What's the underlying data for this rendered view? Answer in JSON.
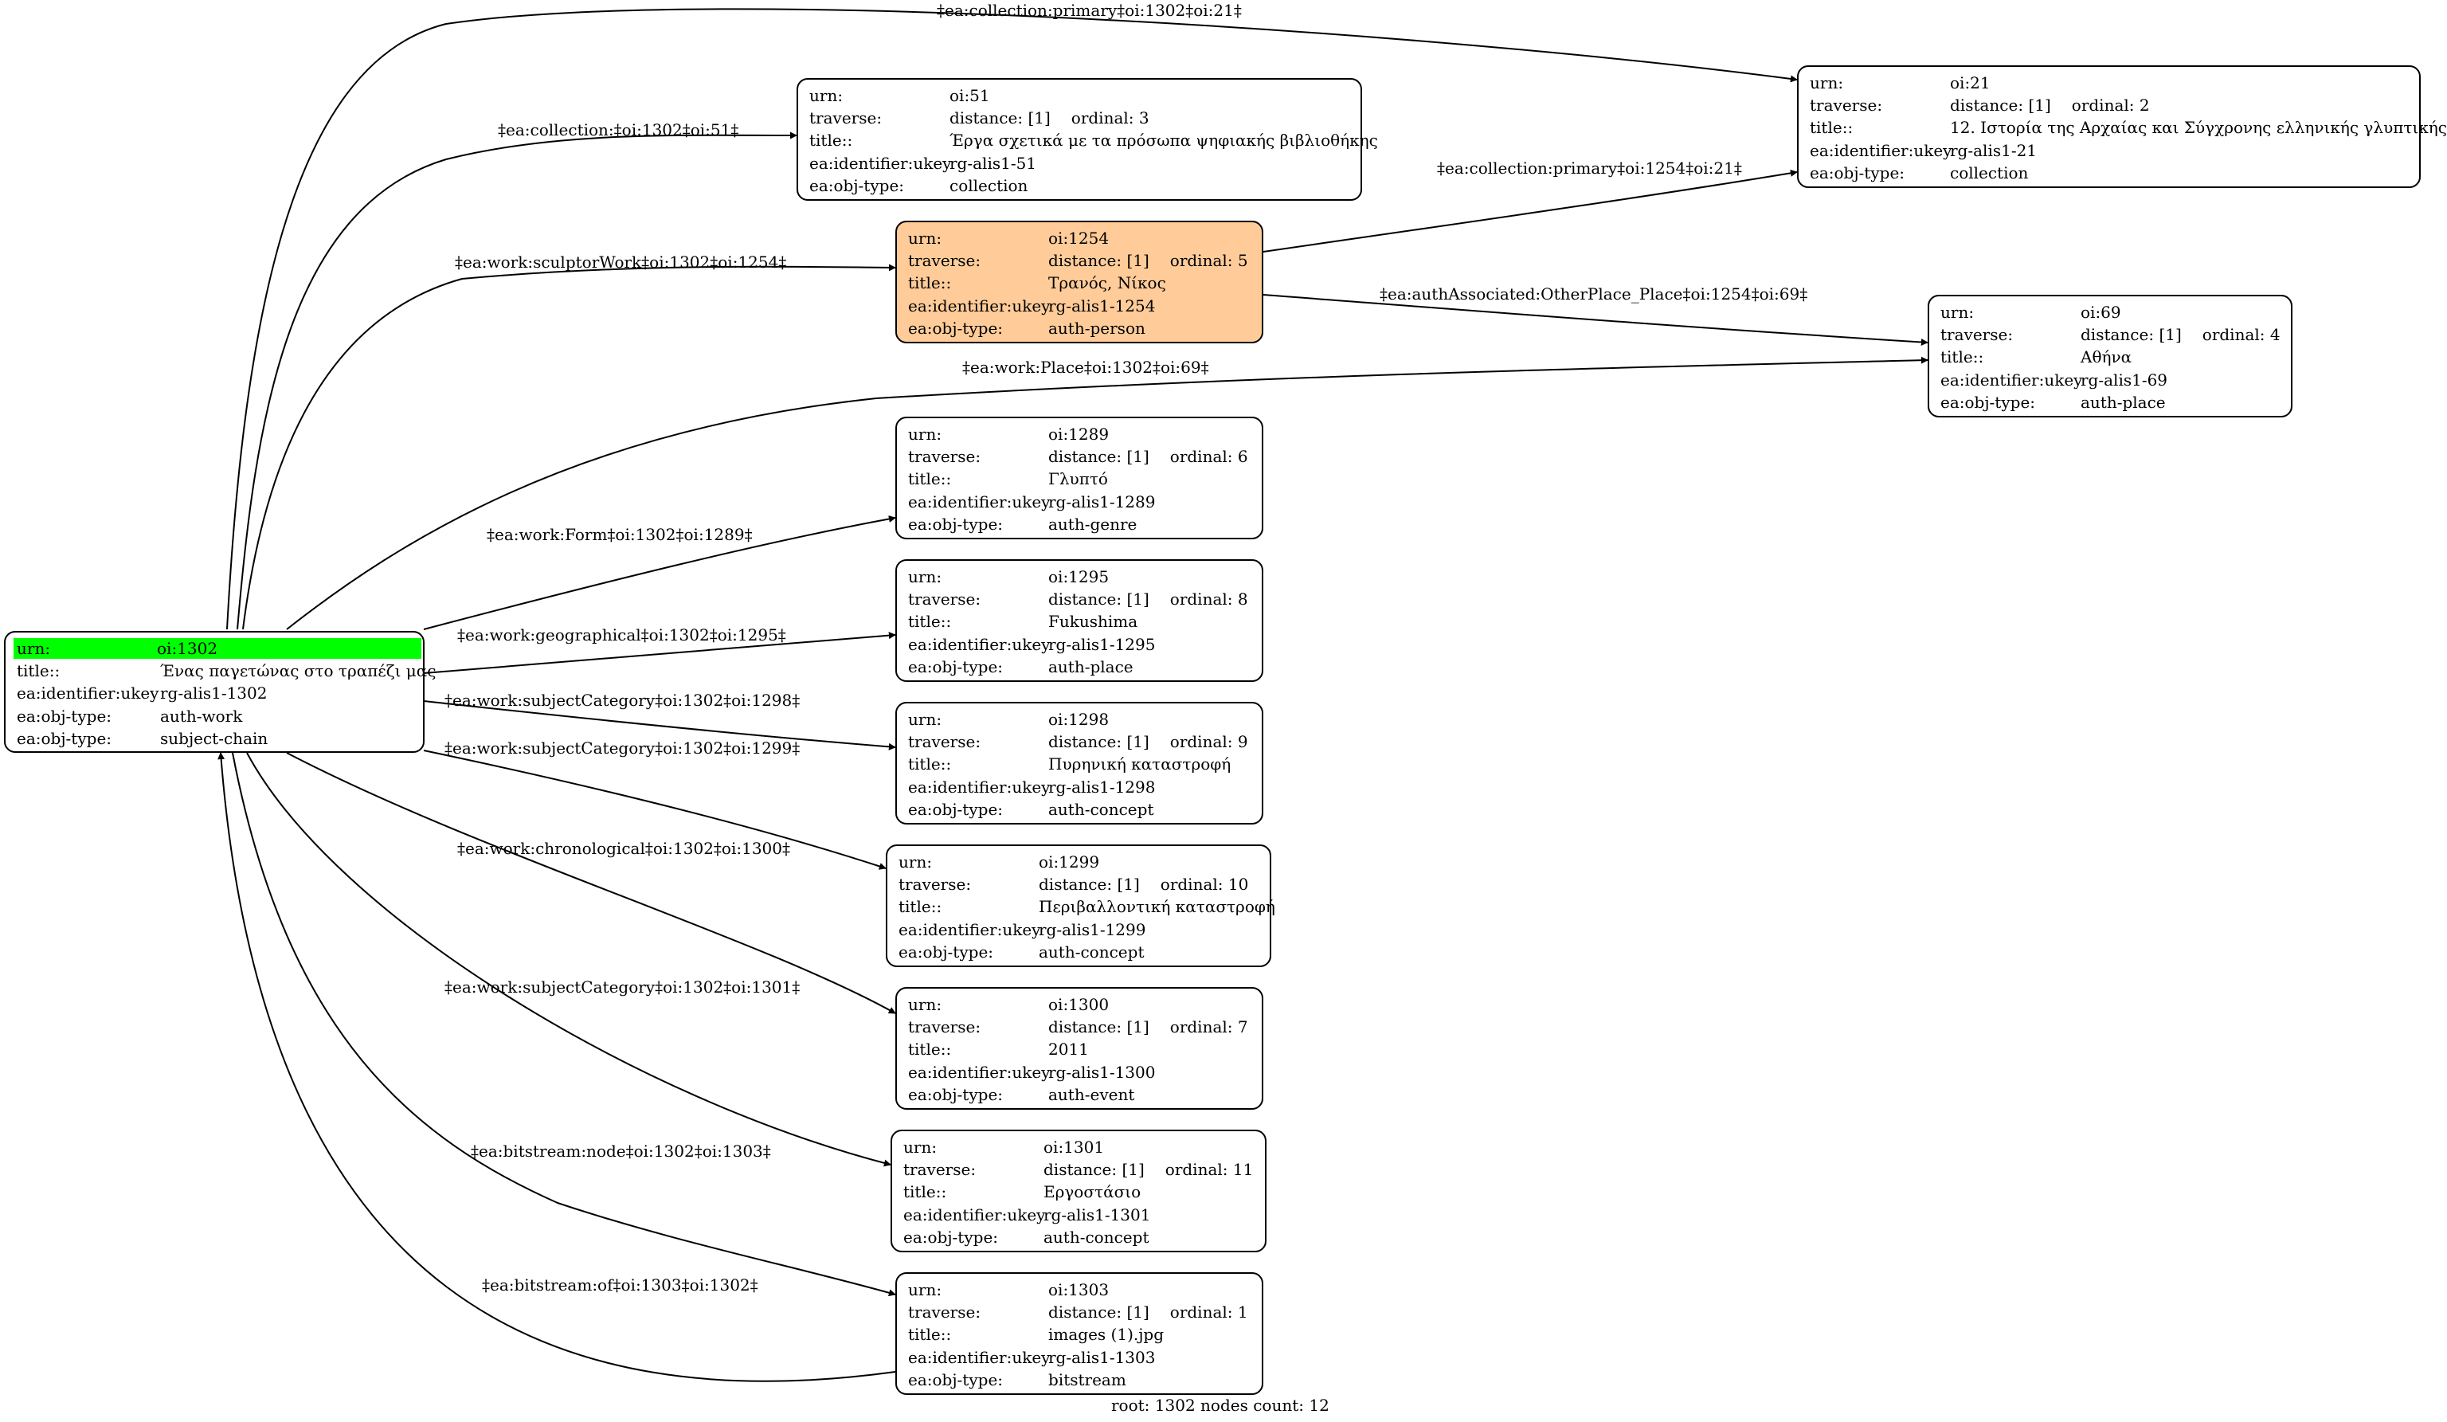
{
  "root_node": {
    "rows": [
      {
        "k": "urn:",
        "v": "oi:1302"
      },
      {
        "k": "title::",
        "v": "Ένας παγετώνας στο τραπέζι μας"
      },
      {
        "k": "ea:identifier:ukey",
        "v": "rg-alis1-1302"
      },
      {
        "k": "ea:obj-type:",
        "v": "auth-work"
      },
      {
        "k": "ea:obj-type:",
        "v": "subject-chain"
      }
    ],
    "highlight_color": "#00ff00"
  },
  "nodes": [
    {
      "id": "oi51",
      "urn": "oi:51",
      "distance": "distance: [1]",
      "ordinal": "ordinal: 3",
      "title": "Έργα σχετικά με τα πρόσωπα ψηφιακής βιβλιοθήκης",
      "ukey": "rg-alis1-51",
      "type": "collection"
    },
    {
      "id": "oi21",
      "urn": "oi:21",
      "distance": "distance: [1]",
      "ordinal": "ordinal: 2",
      "title": "12. Ιστορία της Αρχαίας και Σύγχρονης ελληνικής γλυπτικής",
      "ukey": "rg-alis1-21",
      "type": "collection"
    },
    {
      "id": "oi1254",
      "urn": "oi:1254",
      "distance": "distance: [1]",
      "ordinal": "ordinal: 5",
      "title": "Τρανός, Νίκος",
      "ukey": "rg-alis1-1254",
      "type": "auth-person",
      "fill": "#ffcc99"
    },
    {
      "id": "oi69",
      "urn": "oi:69",
      "distance": "distance: [1]",
      "ordinal": "ordinal: 4",
      "title": "Αθήνα",
      "ukey": "rg-alis1-69",
      "type": "auth-place"
    },
    {
      "id": "oi1289",
      "urn": "oi:1289",
      "distance": "distance: [1]",
      "ordinal": "ordinal: 6",
      "title": "Γλυπτό",
      "ukey": "rg-alis1-1289",
      "type": "auth-genre"
    },
    {
      "id": "oi1295",
      "urn": "oi:1295",
      "distance": "distance: [1]",
      "ordinal": "ordinal: 8",
      "title": "Fukushima",
      "ukey": "rg-alis1-1295",
      "type": "auth-place"
    },
    {
      "id": "oi1298",
      "urn": "oi:1298",
      "distance": "distance: [1]",
      "ordinal": "ordinal: 9",
      "title": "Πυρηνική καταστροφή",
      "ukey": "rg-alis1-1298",
      "type": "auth-concept"
    },
    {
      "id": "oi1299",
      "urn": "oi:1299",
      "distance": "distance: [1]",
      "ordinal": "ordinal: 10",
      "title": "Περιβαλλοντική καταστροφή",
      "ukey": "rg-alis1-1299",
      "type": "auth-concept"
    },
    {
      "id": "oi1300",
      "urn": "oi:1300",
      "distance": "distance: [1]",
      "ordinal": "ordinal: 7",
      "title": "2011",
      "ukey": "rg-alis1-1300",
      "type": "auth-event"
    },
    {
      "id": "oi1301",
      "urn": "oi:1301",
      "distance": "distance: [1]",
      "ordinal": "ordinal: 11",
      "title": "Εργοστάσιο",
      "ukey": "rg-alis1-1301",
      "type": "auth-concept"
    },
    {
      "id": "oi1303",
      "urn": "oi:1303",
      "distance": "distance: [1]",
      "ordinal": "ordinal: 1",
      "title": "images (1).jpg",
      "ukey": "rg-alis1-1303",
      "type": "bitstream"
    }
  ],
  "field_labels": {
    "urn": "urn:",
    "traverse": "traverse:",
    "title": "title::",
    "ukey": "ea:identifier:ukey",
    "type": "ea:obj-type:"
  },
  "edges": [
    {
      "id": "e-collection-primary-21",
      "from": "oi1302",
      "to": "oi21",
      "label": "‡ea:collection:primary‡oi:1302‡oi:21‡"
    },
    {
      "id": "e-collection-51",
      "from": "oi1302",
      "to": "oi51",
      "label": "‡ea:collection:‡oi:1302‡oi:51‡"
    },
    {
      "id": "e-sculptorwork-1254",
      "from": "oi1302",
      "to": "oi1254",
      "label": "‡ea:work:sculptorWork‡oi:1302‡oi:1254‡"
    },
    {
      "id": "e-collection-primary-1254-21",
      "from": "oi1254",
      "to": "oi21",
      "label": "‡ea:collection:primary‡oi:1254‡oi:21‡"
    },
    {
      "id": "e-authassociated-69",
      "from": "oi1254",
      "to": "oi69",
      "label": "‡ea:authAssociated:OtherPlace_Place‡oi:1254‡oi:69‡"
    },
    {
      "id": "e-place-69",
      "from": "oi1302",
      "to": "oi69",
      "label": "‡ea:work:Place‡oi:1302‡oi:69‡"
    },
    {
      "id": "e-form-1289",
      "from": "oi1302",
      "to": "oi1289",
      "label": "‡ea:work:Form‡oi:1302‡oi:1289‡"
    },
    {
      "id": "e-geographical-1295",
      "from": "oi1302",
      "to": "oi1295",
      "label": "‡ea:work:geographical‡oi:1302‡oi:1295‡"
    },
    {
      "id": "e-subjectcategory-1298",
      "from": "oi1302",
      "to": "oi1298",
      "label": "‡ea:work:subjectCategory‡oi:1302‡oi:1298‡"
    },
    {
      "id": "e-subjectcategory-1299",
      "from": "oi1302",
      "to": "oi1299",
      "label": "‡ea:work:subjectCategory‡oi:1302‡oi:1299‡"
    },
    {
      "id": "e-chronological-1300",
      "from": "oi1302",
      "to": "oi1300",
      "label": "‡ea:work:chronological‡oi:1302‡oi:1300‡"
    },
    {
      "id": "e-subjectcategory-1301",
      "from": "oi1302",
      "to": "oi1301",
      "label": "‡ea:work:subjectCategory‡oi:1302‡oi:1301‡"
    },
    {
      "id": "e-bitstream-node-1303",
      "from": "oi1302",
      "to": "oi1303",
      "label": "‡ea:bitstream:node‡oi:1302‡oi:1303‡"
    },
    {
      "id": "e-bitstream-of-1302",
      "from": "oi1303",
      "to": "oi1302",
      "label": "‡ea:bitstream:of‡oi:1303‡oi:1302‡"
    }
  ],
  "footer": "root: 1302 nodes count: 12"
}
